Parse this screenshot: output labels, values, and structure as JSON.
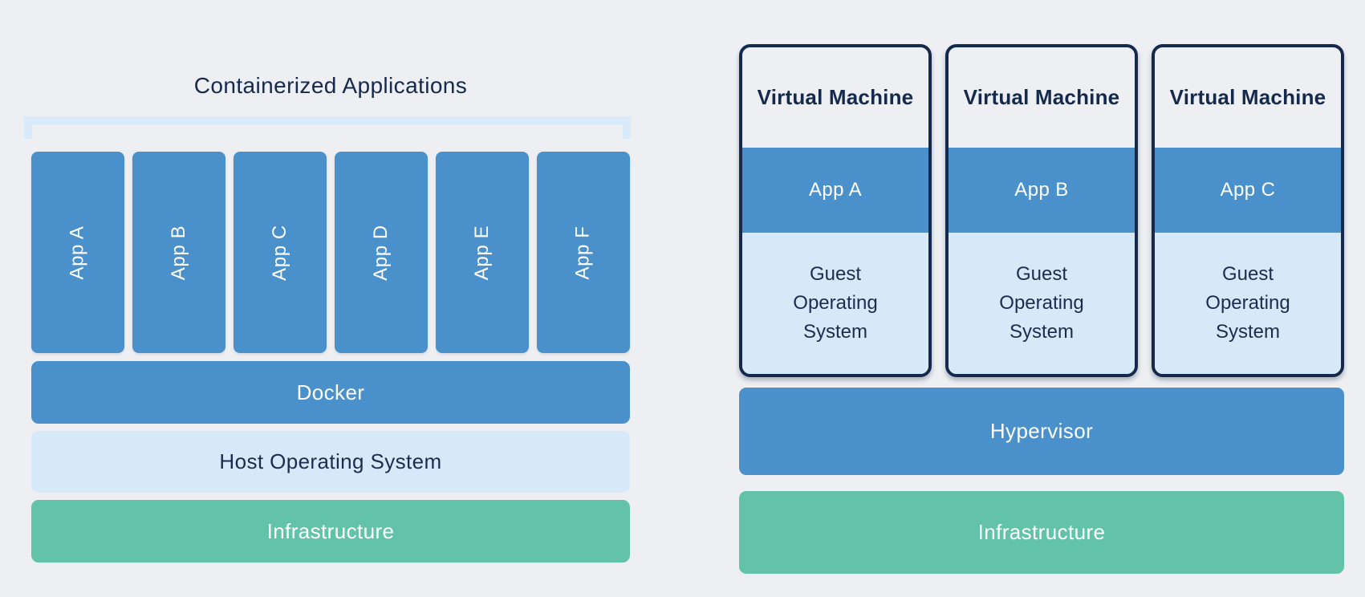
{
  "colors": {
    "background": "#edeff2",
    "blue": "#4a91cc",
    "light_blue": "#d5e9f9",
    "bracket_blue": "#d9eafb",
    "green": "#62c3a9",
    "navy": "#15294d",
    "white": "#ffffff"
  },
  "left_panel": {
    "title": "Containerized Applications",
    "apps": [
      {
        "label": "App A"
      },
      {
        "label": "App B"
      },
      {
        "label": "App C"
      },
      {
        "label": "App D"
      },
      {
        "label": "App E"
      },
      {
        "label": "App F"
      }
    ],
    "layers": [
      {
        "label": "Docker"
      },
      {
        "label": "Host Operating System"
      },
      {
        "label": "Infrastructure"
      }
    ]
  },
  "right_panel": {
    "vms": [
      {
        "title": "Virtual Machine",
        "app": "App A",
        "os": "Guest Operating System"
      },
      {
        "title": "Virtual Machine",
        "app": "App B",
        "os": "Guest Operating System"
      },
      {
        "title": "Virtual Machine",
        "app": "App C",
        "os": "Guest Operating System"
      }
    ],
    "layers": [
      {
        "label": "Hypervisor"
      },
      {
        "label": "Infrastructure"
      }
    ]
  }
}
